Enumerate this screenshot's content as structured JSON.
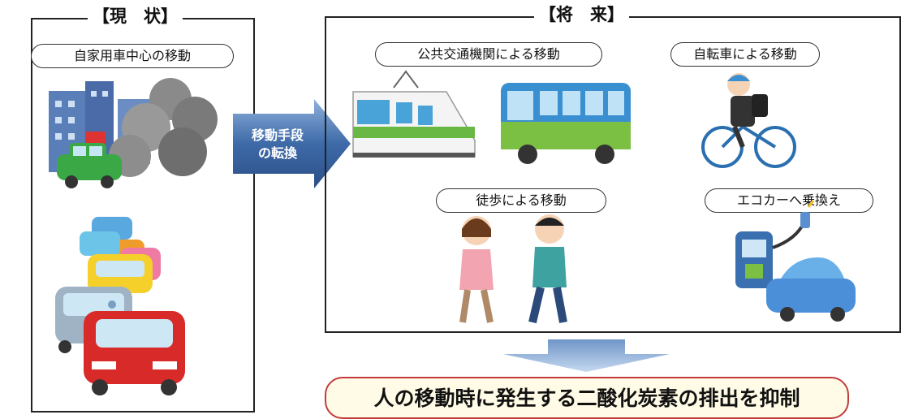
{
  "current": {
    "title": "【現　状】",
    "pill": "自家用車中心の移動"
  },
  "arrow": {
    "line1": "移動手段",
    "line2": "の転換"
  },
  "future": {
    "title": "【将　来】",
    "pills": {
      "public_transport": "公共交通機関による移動",
      "bicycle": "自転車による移動",
      "walking": "徒歩による移動",
      "ecocar": "エコカーへ乗換え"
    }
  },
  "result": "人の移動時に発生する二酸化炭素の排出を抑制",
  "colors": {
    "arrow_dark": "#2c4f87",
    "arrow_light": "#8fb1dc",
    "result_border": "#c23b3b",
    "result_fill": "#fffbe6"
  }
}
